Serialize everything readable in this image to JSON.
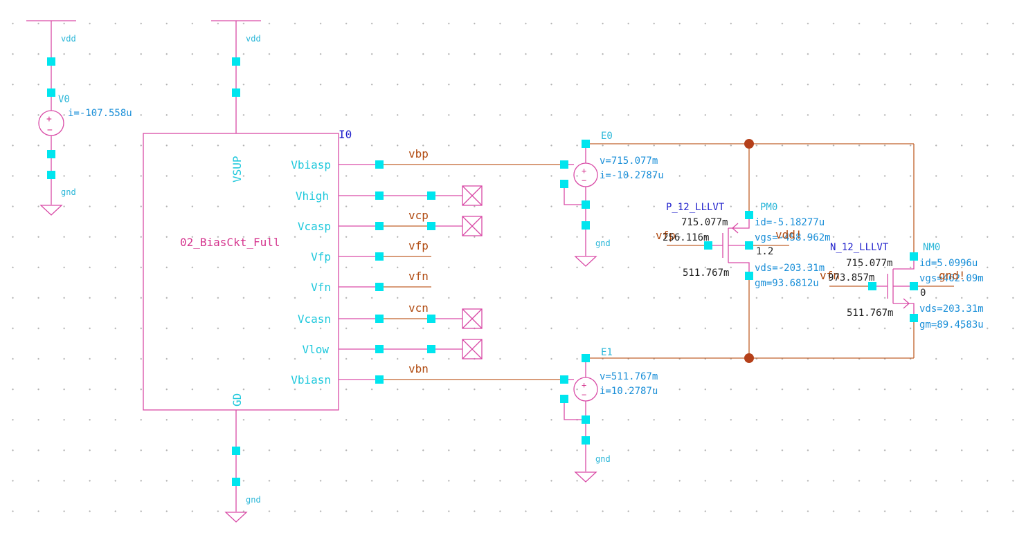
{
  "colors": {
    "symbol": "#d94aa6",
    "wire": "#c0602a",
    "pin_square": "#00e5ee",
    "net_label": "#b04a10",
    "pin_label": "#1ec8dc",
    "annotation": "#1a8fd8",
    "model_name": "#2222cc",
    "cell_name": "#d4328c",
    "junction": "#b5401a",
    "background": "#ffffff"
  },
  "supplies": {
    "vdd_left": "vdd",
    "vdd_block": "vdd",
    "gnd_left": "gnd",
    "gnd_block": "gnd",
    "gnd_e0": "gnd",
    "gnd_e1": "gnd"
  },
  "v0": {
    "name": "V0",
    "current": "i=-107.558u"
  },
  "block": {
    "instance": "I0",
    "cell": "02_BiasCkt_Full",
    "supply_pin": "VSUP",
    "ground_pin": "GD",
    "pins": [
      "Vbiasp",
      "Vhigh",
      "Vcasp",
      "Vfp",
      "Vfn",
      "Vcasn",
      "Vlow",
      "Vbiasn"
    ]
  },
  "nets": {
    "vbp": "vbp",
    "vcp": "vcp",
    "vfp": "vfp",
    "vfn": "vfn",
    "vcn": "vcn",
    "vbn": "vbn"
  },
  "e0": {
    "name": "E0",
    "voltage": "v=715.077m",
    "current": "i=-10.2787u"
  },
  "e1": {
    "name": "E1",
    "voltage": "v=511.767m",
    "current": "i=10.2787u"
  },
  "pm0": {
    "model": "P_12_LLLVT",
    "name": "PM0",
    "gate_net": "vfp",
    "body_net": "vdd!",
    "body_value": "1.2",
    "drain_node": "715.077m",
    "gate_node": "256.116m",
    "source_node": "511.767m",
    "id": "id=-5.18277u",
    "vgs": "vgs=-458.962m",
    "vds": "vds=-203.31m",
    "gm": "gm=93.6812u"
  },
  "nm0": {
    "model": "N_12_LLLVT",
    "name": "NM0",
    "gate_net": "vfn",
    "body_net": "gnd!",
    "body_value": "0",
    "drain_node": "715.077m",
    "gate_node": "973.857m",
    "source_node": "511.767m",
    "id": "id=5.0996u",
    "vgs": "vgs=462.09m",
    "vds": "vds=203.31m",
    "gm": "gm=89.4583u"
  }
}
